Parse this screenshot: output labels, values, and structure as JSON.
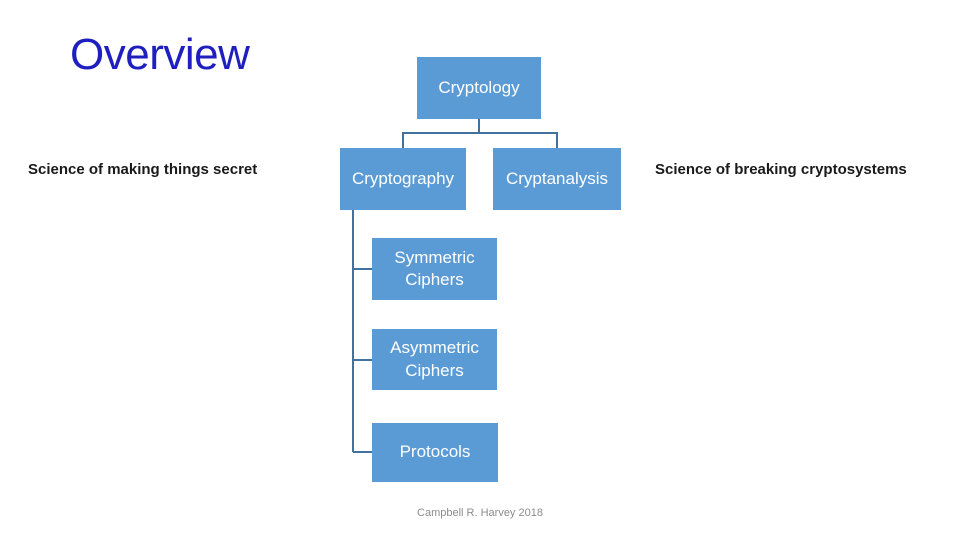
{
  "slide": {
    "title": "Overview",
    "footer": "Campbell R. Harvey 2018"
  },
  "annotations": {
    "left": "Science of making things secret",
    "right": "Science of breaking cryptosystems"
  },
  "diagram": {
    "type": "hierarchy",
    "nodes": {
      "root": {
        "label": "Cryptology"
      },
      "cryptography": {
        "label": "Cryptography"
      },
      "cryptanalysis": {
        "label": "Cryptanalysis"
      },
      "symmetric": {
        "label": "Symmetric Ciphers"
      },
      "asymmetric": {
        "label": "Asymmetric Ciphers"
      },
      "protocols": {
        "label": "Protocols"
      }
    },
    "edges": [
      [
        "root",
        "cryptography"
      ],
      [
        "root",
        "cryptanalysis"
      ],
      [
        "cryptography",
        "symmetric"
      ],
      [
        "cryptography",
        "asymmetric"
      ],
      [
        "cryptography",
        "protocols"
      ]
    ]
  },
  "theme": {
    "background": "#ffffff",
    "node-fill": "#5b9bd5",
    "node-text": "#ffffff",
    "connector": "#41719c",
    "title-color": "#1f1fc0",
    "label-color": "#1a1a1a",
    "footer-color": "#8c8c8c"
  }
}
